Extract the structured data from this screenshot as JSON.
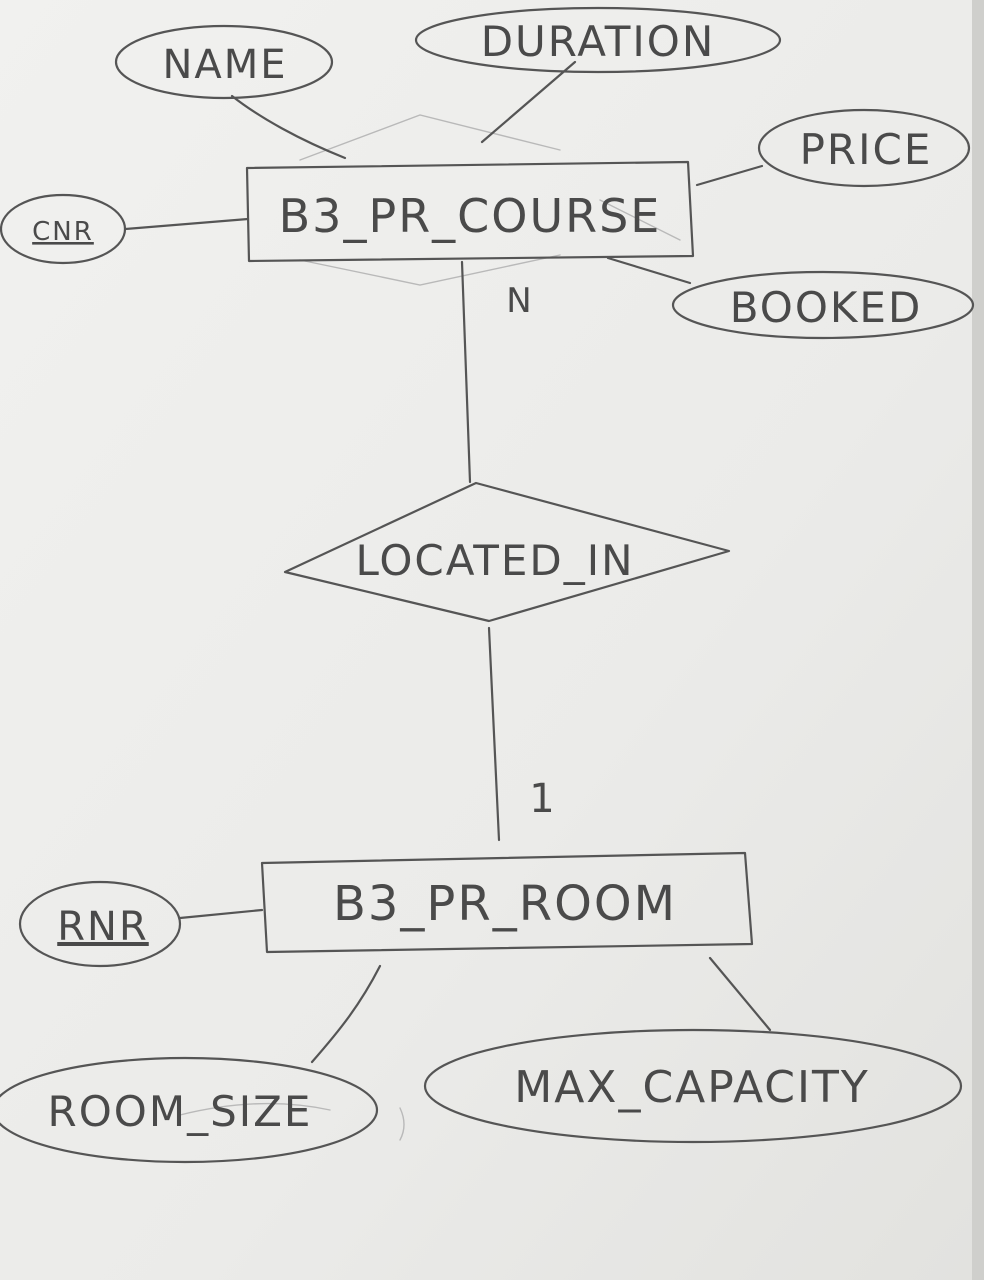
{
  "entities": {
    "course": {
      "label": "B3_PR_COURSE"
    },
    "room": {
      "label": "B3_PR_ROOM"
    }
  },
  "relationship": {
    "label": "LOCATED_IN"
  },
  "attributes": {
    "name": {
      "label": "NAME"
    },
    "duration": {
      "label": "DURATION"
    },
    "price": {
      "label": "PRICE"
    },
    "cnr": {
      "label": "CNR"
    },
    "booked": {
      "label": "BOOKED"
    },
    "rnr": {
      "label": "RNR"
    },
    "room_size": {
      "label": "ROOM_SIZE"
    },
    "max_capacity": {
      "label": "MAX_CAPACITY"
    }
  },
  "cardinalities": {
    "course_side": "N",
    "room_side": "1"
  },
  "colors": {
    "paper": "#ededeb",
    "pencil": "#555555"
  }
}
